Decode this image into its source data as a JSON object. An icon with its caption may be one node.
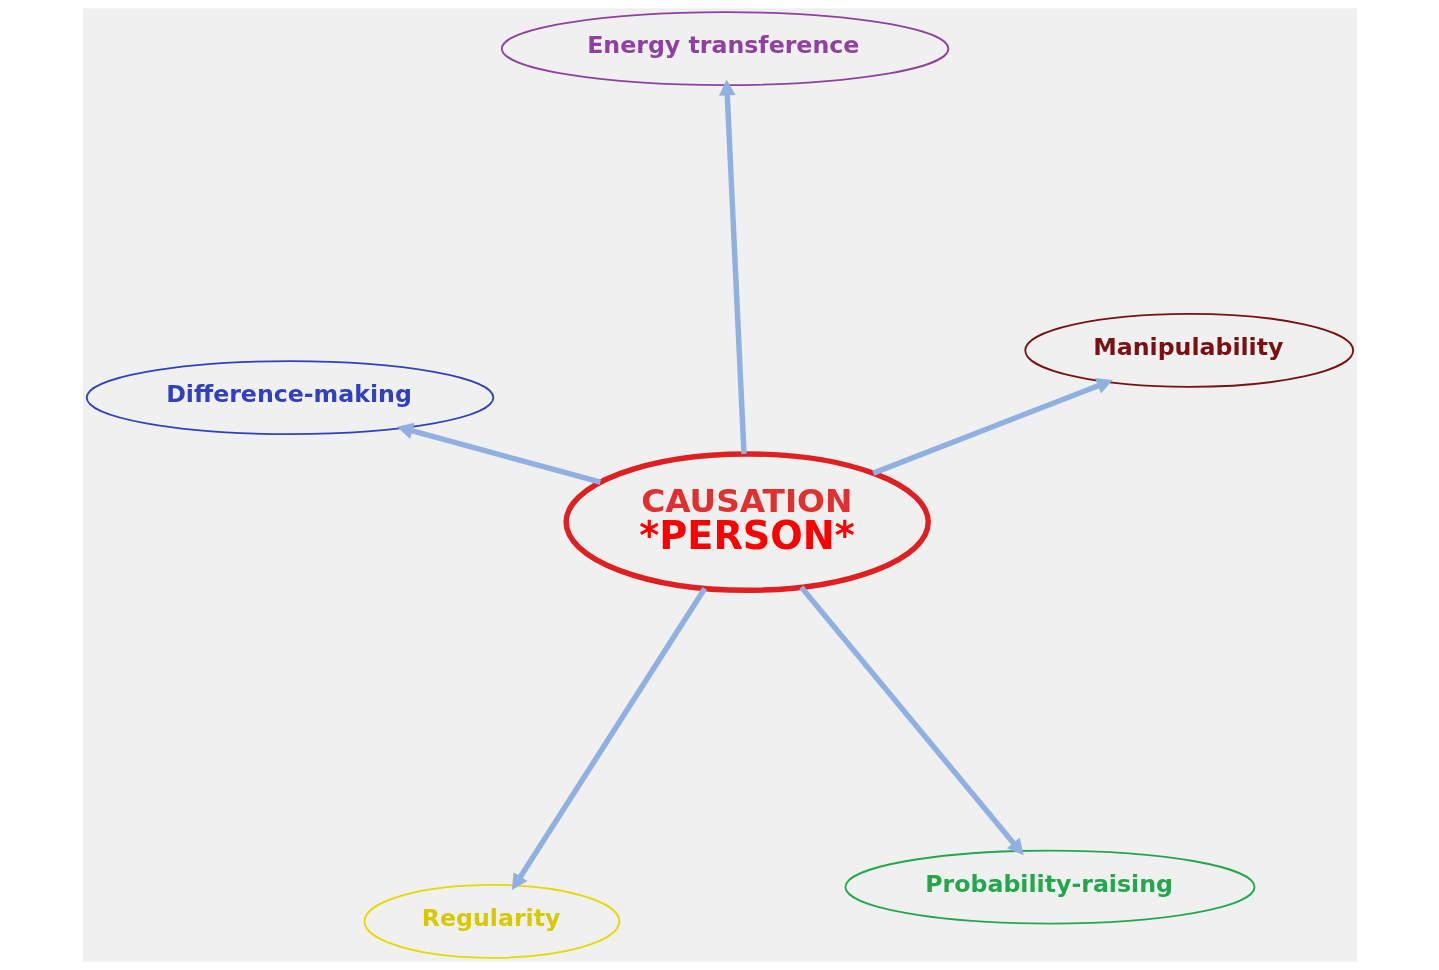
{
  "diagram": {
    "nodes": [
      {
        "text": [
          "CAUSATION",
          "*PERSON*"
        ]
      },
      {
        "text": [
          "Probability-raising"
        ]
      },
      {
        "text": [
          "Regularity"
        ]
      },
      {
        "text": [
          "Difference-making"
        ]
      },
      {
        "text": [
          "Manipulability"
        ]
      },
      {
        "text": [
          "Energy transference"
        ]
      }
    ],
    "edges": [
      {
        "from": 0,
        "to": 1,
        "arrow": "to"
      },
      {
        "from": 0,
        "to": 2,
        "arrow": "to"
      },
      {
        "from": 0,
        "to": 3,
        "arrow": "to"
      },
      {
        "from": 0,
        "to": 4,
        "arrow": "to"
      },
      {
        "from": 0,
        "to": 5,
        "arrow": "to"
      }
    ]
  }
}
